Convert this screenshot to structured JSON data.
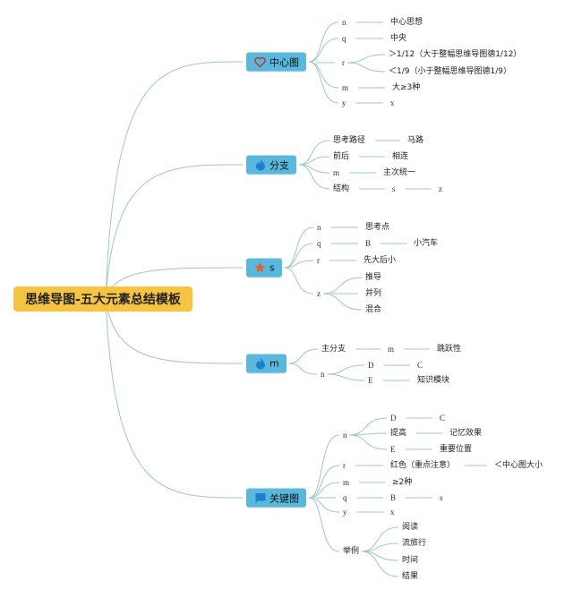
{
  "root": "思维导图-五大元素总结模板",
  "colors": {
    "root": "#f6c443",
    "topic": "#5ab8dd",
    "line": "#9fc8c0"
  },
  "topics": [
    {
      "label": "中心图",
      "icon": "heart-icon",
      "items": [
        "n",
        "中心思想",
        "q",
        "中央",
        "r",
        "＞1/12（大于整幅思维导图德1/12）",
        "＜1/9（小于整幅思维导图德1/9）",
        "m",
        "大≥3种",
        "y",
        "x"
      ]
    },
    {
      "label": "分支",
      "icon": "flame-icon",
      "items": [
        "思考路径",
        "马路",
        "前后",
        "相连",
        "m",
        "主次统一",
        "结构",
        "s",
        "z"
      ]
    },
    {
      "label": "s",
      "icon": "star-icon",
      "items": [
        "n",
        "思考点",
        "q",
        "B",
        "小汽车",
        "r",
        "先大后小",
        "z",
        "推导",
        "并列",
        "混合"
      ]
    },
    {
      "label": "m",
      "icon": "flame-icon",
      "items": [
        "主分支",
        "m",
        "跳跃性",
        "n",
        "D",
        "C",
        "E",
        "知识模块"
      ]
    },
    {
      "label": "关键图",
      "icon": "flag-icon",
      "items": [
        "n",
        "D",
        "C",
        "提高",
        "记忆效果",
        "E",
        "重要位置",
        "r",
        "红色（重点注意）",
        "＜中心图大小",
        "m",
        "≥2种",
        "q",
        "B",
        "s",
        "y",
        "x",
        "举例",
        "阅读",
        "流旅行",
        "时间",
        "结果"
      ]
    }
  ]
}
